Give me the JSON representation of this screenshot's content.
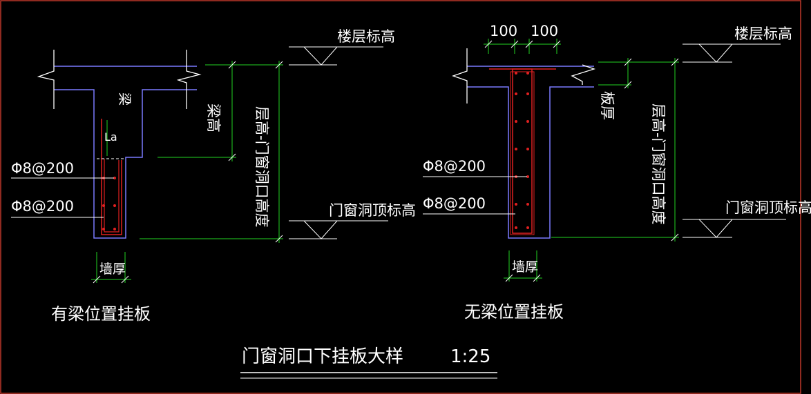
{
  "colors": {
    "background": "#000000",
    "frame": "#c0392b",
    "outline": "#7b7bff",
    "rebar": "#e02020",
    "dimension": "#22d422",
    "leader": "#ffffff"
  },
  "left_detail": {
    "title": "有梁位置挂板",
    "beam_label": "梁",
    "lap_label": "La",
    "rebar_label_1": "Φ8@200",
    "rebar_label_2": "Φ8@200",
    "beam_height_label": "梁高",
    "floor_minus_label": "层高-门窗洞口高度",
    "floor_elev_label": "楼层标高",
    "opening_elev_label": "门窗洞顶标高",
    "wall_thickness_label": "墙厚"
  },
  "right_detail": {
    "title": "无梁位置挂板",
    "dim_100_a": "100",
    "dim_100_b": "100",
    "slab_thickness_label": "板厚",
    "rebar_label_1": "Φ8@200",
    "rebar_label_2": "Φ8@200",
    "floor_minus_label": "层高-门窗洞口高度",
    "floor_elev_label": "楼层标高",
    "opening_elev_label": "门窗洞顶标高",
    "wall_thickness_label": "墙厚"
  },
  "drawing": {
    "main_title": "门窗洞口下挂板大样",
    "scale": "1:25"
  }
}
